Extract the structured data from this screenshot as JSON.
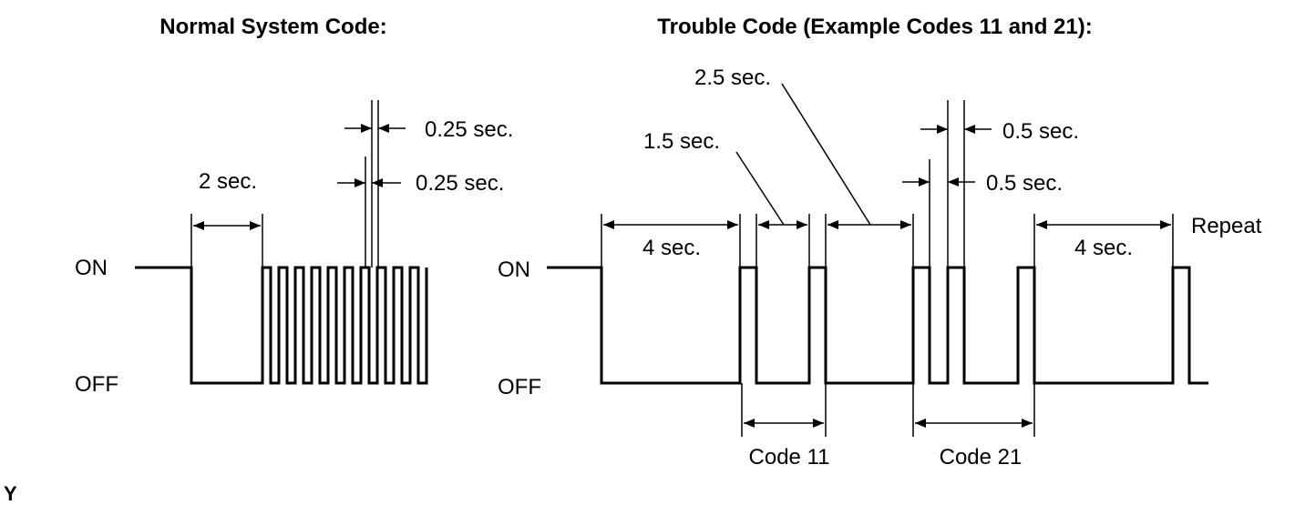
{
  "normal": {
    "title": "Normal System Code:",
    "on_label": "ON",
    "off_label": "OFF",
    "dim_2s": "2 sec.",
    "dim_025_top": "0.25 sec.",
    "dim_025_bottom": "0.25 sec."
  },
  "trouble": {
    "title": "Trouble Code (Example Codes 11 and 21):",
    "on_label": "ON",
    "off_label": "OFF",
    "dim_4s_first": "4 sec.",
    "dim_1_5s": "1.5 sec.",
    "dim_2_5s": "2.5 sec.",
    "dim_05_top": "0.5 sec.",
    "dim_05_bottom": "0.5 sec.",
    "dim_4s_second": "4 sec.",
    "repeat_label": "Repeat",
    "code11_label": "Code 11",
    "code21_label": "Code 21"
  },
  "corner_mark": "Y"
}
